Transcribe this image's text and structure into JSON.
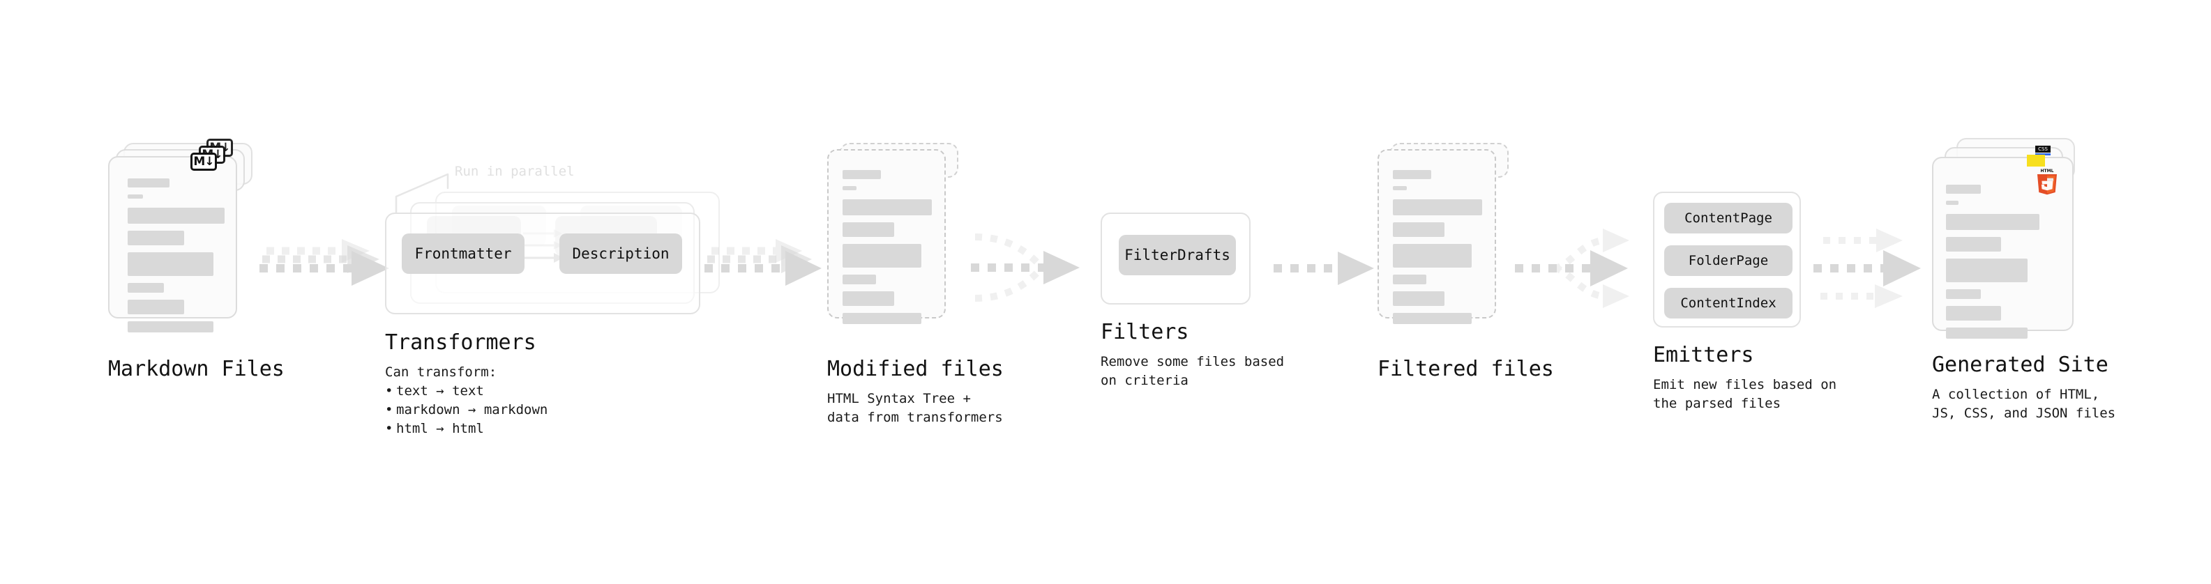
{
  "diagram": {
    "title_font_color": "#121212",
    "accent_colors": {
      "placeholder_bar": "#d9d9d9",
      "pill": "#d8d8d8",
      "arrow": "#d8d8d8",
      "dashed_border": "#c9c9c9",
      "solid_border": "#dcdcdc",
      "html5_orange": "#e44d26",
      "html5_orange_light": "#f16529",
      "js_yellow": "#f7df1e",
      "css_blue": "#2965f1",
      "muted_label": "#e0e0e0"
    }
  },
  "stages": {
    "markdown_files": {
      "title": "Markdown Files",
      "subtitle": "",
      "badge_label": "M↓",
      "badge_name": "markdown-badge",
      "stack_count": 3
    },
    "transformers": {
      "title": "Transformers",
      "subtitle_intro": "Can transform:",
      "bullets": [
        "text → text",
        "markdown → markdown",
        "html → html"
      ],
      "parallel_note": "Run in parallel",
      "pills": [
        "Frontmatter",
        "Description"
      ],
      "stack_count": 3
    },
    "modified_files": {
      "title": "Modified files",
      "subtitle": "HTML Syntax Tree +\ndata from transformers",
      "stack_count": 2
    },
    "filters": {
      "title": "Filters",
      "subtitle": "Remove some files based\non criteria",
      "pills": [
        "FilterDrafts"
      ]
    },
    "filtered_files": {
      "title": "Filtered files",
      "subtitle": "",
      "stack_count": 2
    },
    "emitters": {
      "title": "Emitters",
      "subtitle": "Emit new files based on\nthe parsed files",
      "pills": [
        "ContentPage",
        "FolderPage",
        "ContentIndex"
      ]
    },
    "generated_site": {
      "title": "Generated Site",
      "subtitle": "A collection of HTML,\nJS, CSS, and JSON files",
      "badges": [
        {
          "name": "css-badge",
          "label": "CSS"
        },
        {
          "name": "js-badge",
          "label": ""
        },
        {
          "name": "html5-badge",
          "label": "HTML"
        }
      ],
      "stack_count": 3
    }
  },
  "flow_arrows": [
    {
      "name": "arrow-markdown-to-transformers",
      "kind": "stacked-dashed"
    },
    {
      "name": "arrow-transformers-to-modified",
      "kind": "stacked-dashed"
    },
    {
      "name": "arrow-modified-to-filters",
      "kind": "merge-dashed"
    },
    {
      "name": "arrow-filters-to-filtered",
      "kind": "single-dashed"
    },
    {
      "name": "arrow-filtered-to-emitters",
      "kind": "fanout-dashed"
    },
    {
      "name": "arrow-emitters-to-site",
      "kind": "triple-dashed"
    }
  ]
}
